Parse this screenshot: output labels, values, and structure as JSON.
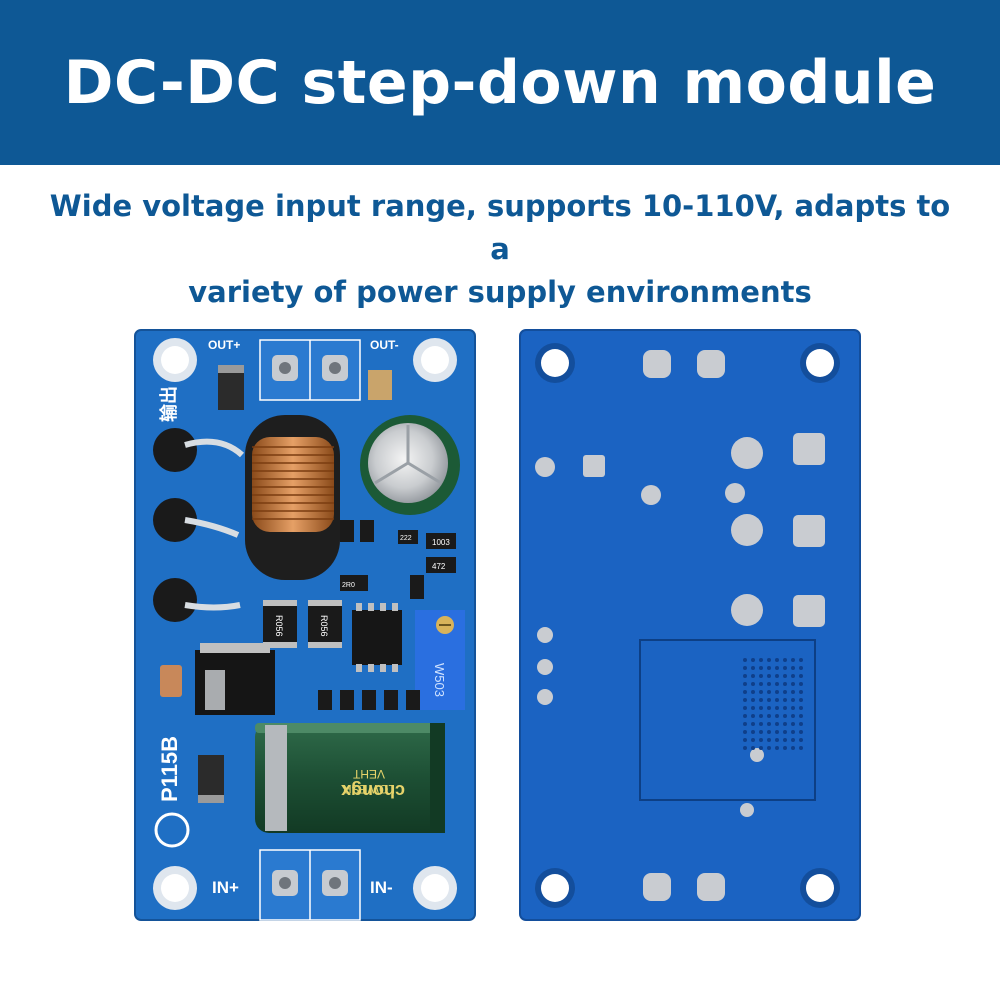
{
  "header": {
    "title": "DC-DC step-down module"
  },
  "subtitle": {
    "line1": "Wide voltage input range, supports 10-110V, adapts to a",
    "line2": "variety of power supply environments"
  },
  "board_front": {
    "out_plus": "OUT+",
    "out_minus": "OUT-",
    "in_plus": "IN+",
    "in_minus": "IN-",
    "model": "P115B",
    "output_cn": "输出",
    "pot_label": "W503",
    "resistor_1": "R056",
    "resistor_2": "R056",
    "smd_1": "1003",
    "smd_2": "472",
    "smd_3": "222",
    "smd_4": "2R0",
    "cap_brand": "chongx",
    "cap_series": "LOWESR",
    "cap_series_2": "VEHT"
  },
  "colors": {
    "banner": "#0e5895",
    "subtitle": "#0e5895",
    "pcb_front": "#1f6fc4",
    "pcb_back": "#1b63c2"
  }
}
